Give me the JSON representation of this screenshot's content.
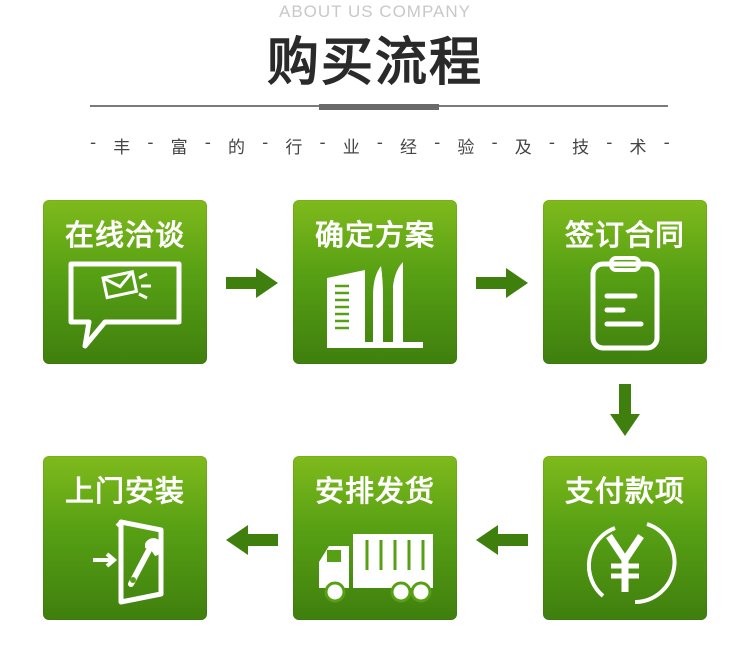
{
  "header": {
    "subtitle_en": "ABOUT US COMPANY",
    "title": "购买流程",
    "tagline": [
      "-",
      "丰",
      "-",
      "富",
      "-",
      "的",
      "-",
      "行",
      "-",
      "业",
      "-",
      "经",
      "-",
      "验",
      "-",
      "及",
      "-",
      "技",
      "-",
      "术",
      "-"
    ]
  },
  "steps": [
    {
      "label": "在线洽谈",
      "icon": "chat-envelope-icon"
    },
    {
      "label": "确定方案",
      "icon": "documents-plan-icon"
    },
    {
      "label": "签订合同",
      "icon": "clipboard-contract-icon"
    },
    {
      "label": "支付款项",
      "icon": "yen-coin-icon"
    },
    {
      "label": "安排发货",
      "icon": "delivery-truck-icon"
    },
    {
      "label": "上门安装",
      "icon": "door-wrench-icon"
    }
  ],
  "colors": {
    "card_top": "#7fba1c",
    "card_bottom": "#3f7f0e",
    "arrow": "#3f7f0e",
    "title": "#2a2a2a"
  }
}
